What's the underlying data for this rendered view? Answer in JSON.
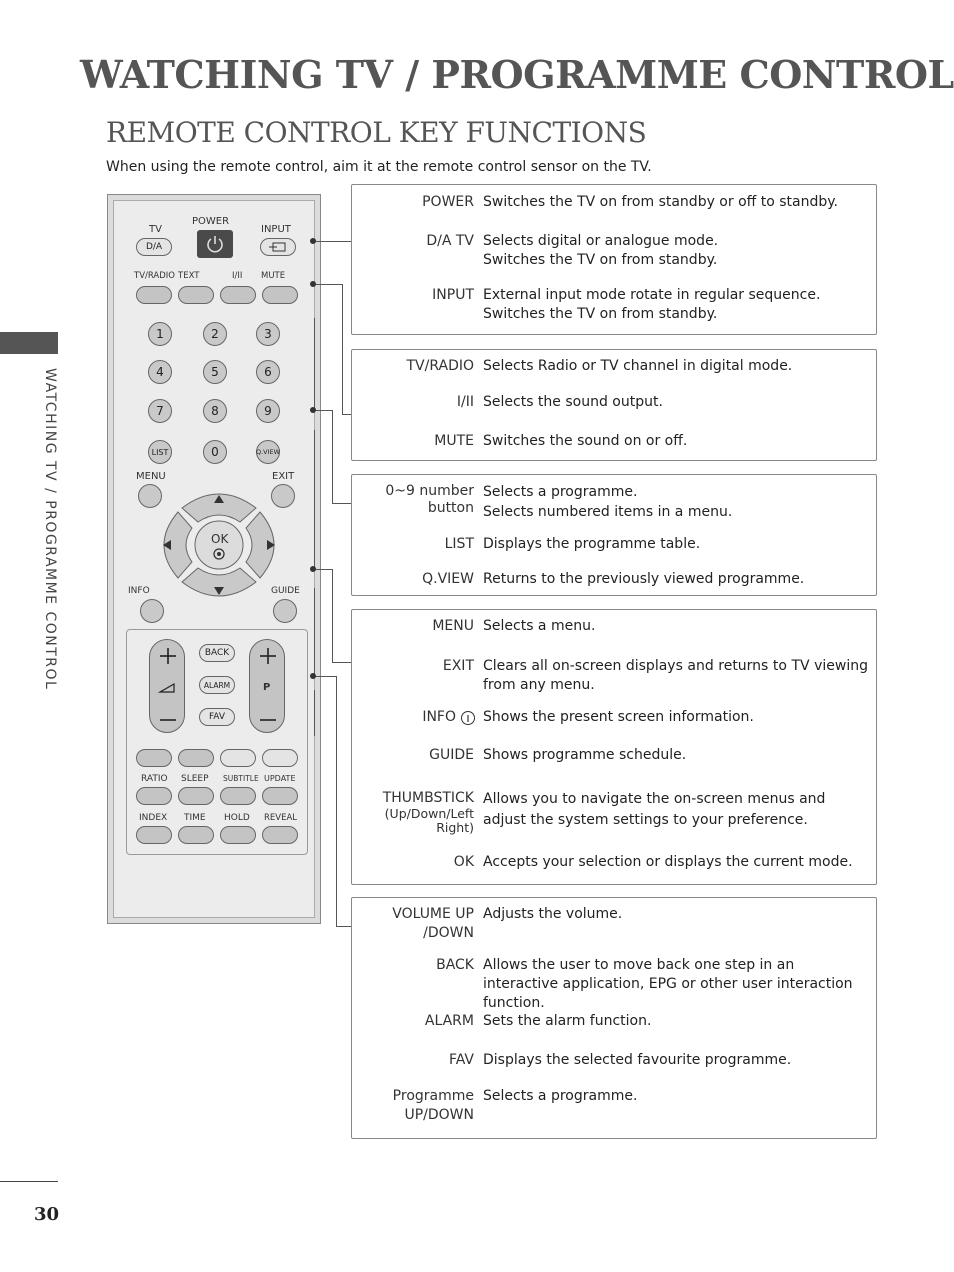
{
  "header": {
    "title": "WATCHING TV / PROGRAMME CONTROL",
    "section_title": "REMOTE CONTROL KEY FUNCTIONS",
    "intro": "When using the remote control, aim it at the remote control sensor on the TV."
  },
  "side_label": "WATCHING TV / PROGRAMME CONTROL",
  "page_number": "30",
  "remote": {
    "top_labels": [
      "TV",
      "POWER",
      "INPUT"
    ],
    "tv_button": "D/A",
    "row2_labels": [
      "TV/RADIO",
      "TEXT",
      "I/II",
      "MUTE"
    ],
    "numbers": [
      "1",
      "2",
      "3",
      "4",
      "5",
      "6",
      "7",
      "8",
      "9",
      "LIST",
      "0",
      "Q.VIEW"
    ],
    "menu": "MENU",
    "exit": "EXIT",
    "ok": "OK",
    "info": "INFO",
    "guide": "GUIDE",
    "center_buttons": [
      "BACK",
      "ALARM",
      "FAV"
    ],
    "p_label": "P",
    "bottom_row1": [
      "RATIO",
      "SLEEP",
      "SUBTITLE",
      "UPDATE"
    ],
    "bottom_row2": [
      "INDEX",
      "TIME",
      "HOLD",
      "REVEAL"
    ]
  },
  "groups": [
    {
      "items": [
        {
          "key": "POWER",
          "desc": "Switches the TV on from standby or off to standby."
        },
        {
          "key": "D/A TV",
          "desc": "Selects digital or analogue mode.\nSwitches the TV on from standby."
        },
        {
          "key": "INPUT",
          "desc": "External input mode rotate in regular sequence.\nSwitches the TV on from standby."
        }
      ]
    },
    {
      "items": [
        {
          "key": "TV/RADIO",
          "desc": "Selects Radio or TV channel in digital mode."
        },
        {
          "key": "I/II",
          "desc": "Selects the sound output."
        },
        {
          "key": "MUTE",
          "desc": "Switches the sound on or off."
        }
      ]
    },
    {
      "items": [
        {
          "key": "0~9 number",
          "key2": "button",
          "desc": "Selects a programme.\nSelects numbered items in a menu."
        },
        {
          "key": "LIST",
          "desc": "Displays the programme table."
        },
        {
          "key": "Q.VIEW",
          "desc": "Returns to the previously viewed programme."
        }
      ]
    },
    {
      "items": [
        {
          "key": "MENU",
          "desc": "Selects a menu."
        },
        {
          "key": "EXIT",
          "desc": "Clears all on-screen displays and returns to TV viewing from any menu."
        },
        {
          "key": "INFO",
          "desc": "Shows the present screen information."
        },
        {
          "key": "GUIDE",
          "desc": "Shows programme schedule."
        },
        {
          "key": "THUMBSTICK",
          "key2": "(Up/Down/Left",
          "key3": "Right)",
          "desc": "Allows you to navigate the on-screen menus and adjust the system settings to your preference."
        },
        {
          "key": "OK",
          "desc": "Accepts your selection or displays the current mode."
        }
      ]
    },
    {
      "items": [
        {
          "key": "VOLUME UP",
          "key2": "/DOWN",
          "desc": "Adjusts the volume."
        },
        {
          "key": "BACK",
          "desc": "Allows the user to move back one step in an interactive application, EPG or other user interaction function."
        },
        {
          "key": "ALARM",
          "desc": "Sets the alarm function."
        },
        {
          "key": "FAV",
          "desc": "Displays the selected favourite programme."
        },
        {
          "key": "Programme",
          "key2": "UP/DOWN",
          "desc": "Selects a programme."
        }
      ]
    }
  ]
}
